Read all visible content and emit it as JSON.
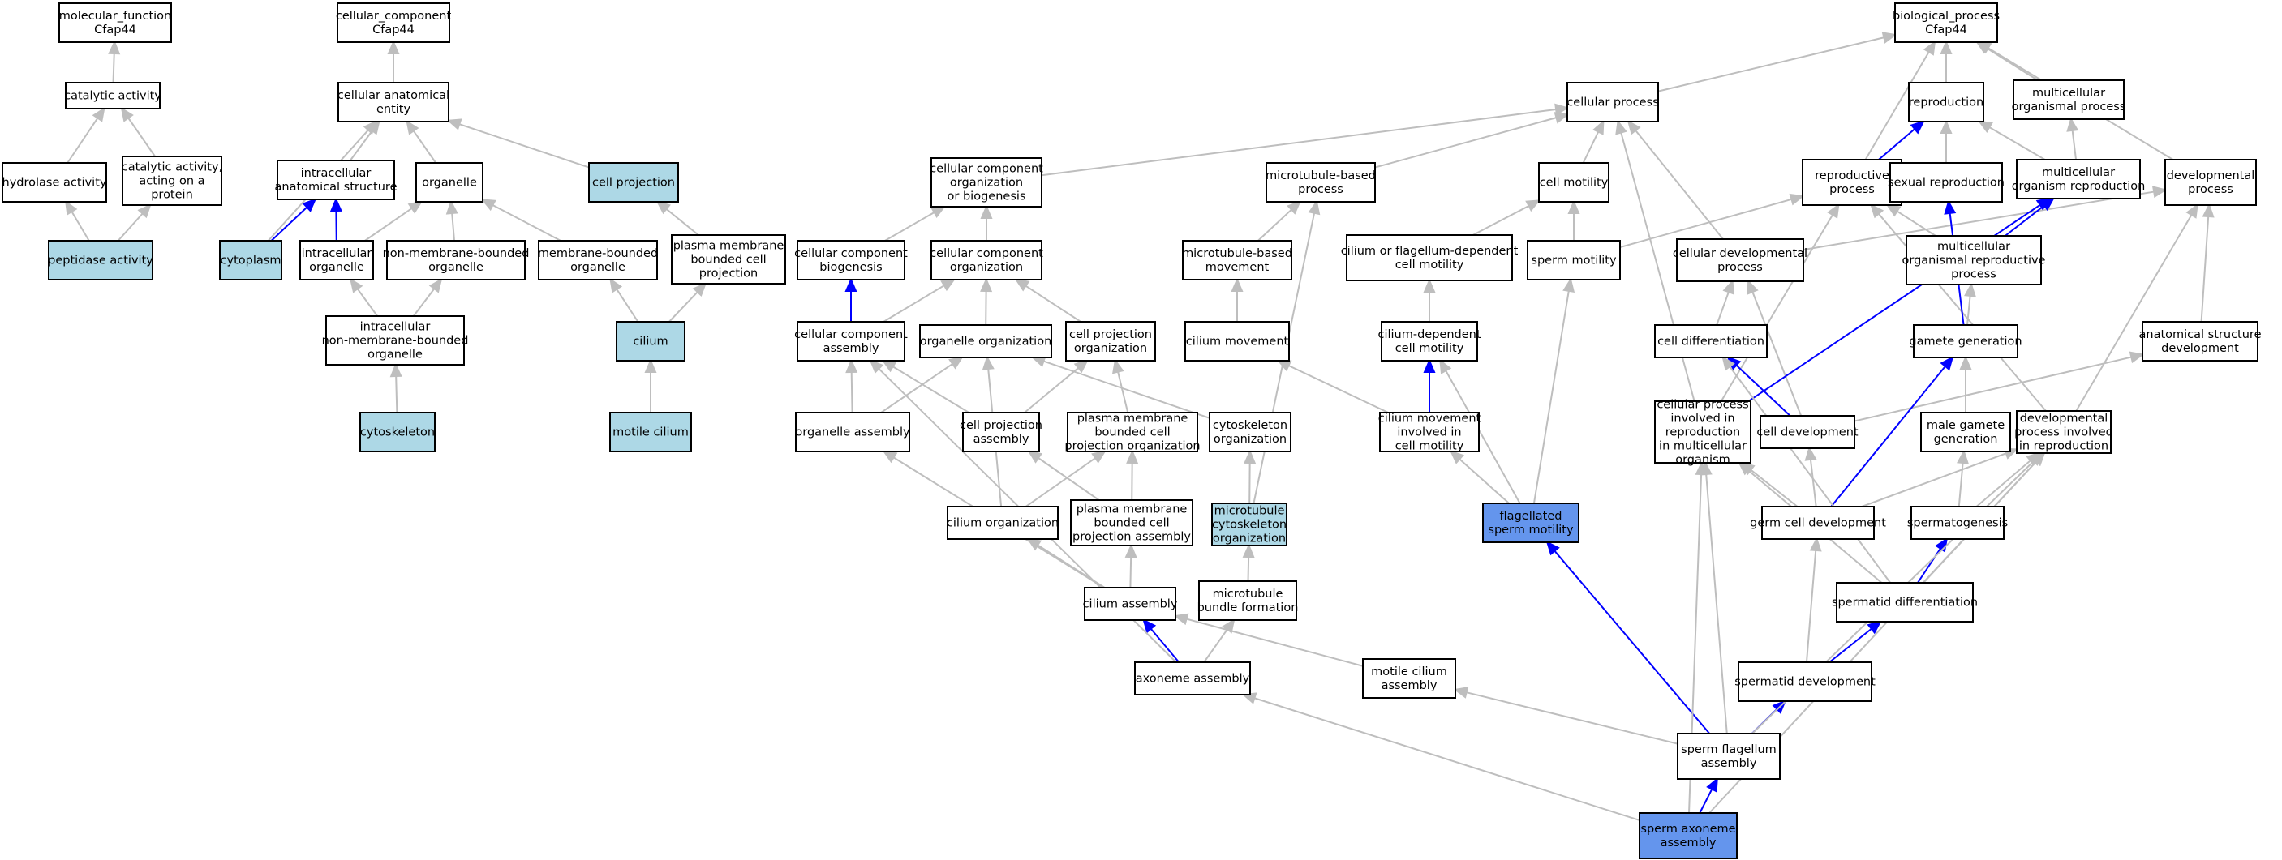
{
  "colors": {
    "default_fill": "#ffffff",
    "light_fill": "#add8e6",
    "highlight_fill": "#6495ed",
    "edge_gray": "#bebebe",
    "edge_blue": "#0000ff"
  },
  "nodes": [
    {
      "id": "mf",
      "lines": [
        "molecular_function",
        "Cfap44"
      ],
      "fill": "default"
    },
    {
      "id": "cata",
      "lines": [
        "catalytic activity"
      ],
      "fill": "default"
    },
    {
      "id": "hydr",
      "lines": [
        "hydrolase activity"
      ],
      "fill": "default"
    },
    {
      "id": "catp",
      "lines": [
        "catalytic activity,",
        "acting on a",
        "protein"
      ],
      "fill": "default"
    },
    {
      "id": "pept",
      "lines": [
        "peptidase activity"
      ],
      "fill": "light"
    },
    {
      "id": "cc",
      "lines": [
        "cellular_component",
        "Cfap44"
      ],
      "fill": "default"
    },
    {
      "id": "cae",
      "lines": [
        "cellular anatomical",
        "entity"
      ],
      "fill": "default"
    },
    {
      "id": "ias",
      "lines": [
        "intracellular",
        "anatomical structure"
      ],
      "fill": "default"
    },
    {
      "id": "orgl",
      "lines": [
        "organelle"
      ],
      "fill": "default"
    },
    {
      "id": "cproj",
      "lines": [
        "cell projection"
      ],
      "fill": "light"
    },
    {
      "id": "cyto",
      "lines": [
        "cytoplasm"
      ],
      "fill": "light"
    },
    {
      "id": "intorg",
      "lines": [
        "intracellular",
        "organelle"
      ],
      "fill": "default"
    },
    {
      "id": "nmbo",
      "lines": [
        "non-membrane-bounded",
        "organelle"
      ],
      "fill": "default"
    },
    {
      "id": "mbo",
      "lines": [
        "membrane-bounded",
        "organelle"
      ],
      "fill": "default"
    },
    {
      "id": "pmbcp",
      "lines": [
        "plasma membrane",
        "bounded cell",
        "projection"
      ],
      "fill": "default"
    },
    {
      "id": "inmbo",
      "lines": [
        "intracellular",
        "non-membrane-bounded",
        "organelle"
      ],
      "fill": "default"
    },
    {
      "id": "cilium",
      "lines": [
        "cilium"
      ],
      "fill": "light"
    },
    {
      "id": "cytosk",
      "lines": [
        "cytoskeleton"
      ],
      "fill": "light"
    },
    {
      "id": "motcil",
      "lines": [
        "motile cilium"
      ],
      "fill": "light"
    },
    {
      "id": "bp",
      "lines": [
        "biological_process",
        "Cfap44"
      ],
      "fill": "default"
    },
    {
      "id": "cellp",
      "lines": [
        "cellular process"
      ],
      "fill": "default"
    },
    {
      "id": "repro",
      "lines": [
        "reproduction"
      ],
      "fill": "default"
    },
    {
      "id": "mcop",
      "lines": [
        "multicellular",
        "organismal process"
      ],
      "fill": "default"
    },
    {
      "id": "ccob",
      "lines": [
        "cellular component",
        "organization",
        "or biogenesis"
      ],
      "fill": "default"
    },
    {
      "id": "mtbp",
      "lines": [
        "microtubule-based",
        "process"
      ],
      "fill": "default"
    },
    {
      "id": "cmot",
      "lines": [
        "cell motility"
      ],
      "fill": "default"
    },
    {
      "id": "repp",
      "lines": [
        "reproductive",
        "process"
      ],
      "fill": "default"
    },
    {
      "id": "sexr",
      "lines": [
        "sexual reproduction"
      ],
      "fill": "default"
    },
    {
      "id": "mcor",
      "lines": [
        "multicellular",
        "organism reproduction"
      ],
      "fill": "default"
    },
    {
      "id": "devp",
      "lines": [
        "developmental",
        "process"
      ],
      "fill": "default"
    },
    {
      "id": "ccbio",
      "lines": [
        "cellular component",
        "biogenesis"
      ],
      "fill": "default"
    },
    {
      "id": "ccorg",
      "lines": [
        "cellular component",
        "organization"
      ],
      "fill": "default"
    },
    {
      "id": "mtbm",
      "lines": [
        "microtubule-based",
        "movement"
      ],
      "fill": "default"
    },
    {
      "id": "cfdm",
      "lines": [
        "cilium or flagellum-dependent",
        "cell motility"
      ],
      "fill": "default"
    },
    {
      "id": "spmot",
      "lines": [
        "sperm motility"
      ],
      "fill": "default"
    },
    {
      "id": "cdp",
      "lines": [
        "cellular developmental",
        "process"
      ],
      "fill": "default"
    },
    {
      "id": "morp",
      "lines": [
        "multicellular",
        "organismal reproductive",
        "process"
      ],
      "fill": "default"
    },
    {
      "id": "cca",
      "lines": [
        "cellular component",
        "assembly"
      ],
      "fill": "default"
    },
    {
      "id": "orgorg",
      "lines": [
        "organelle organization"
      ],
      "fill": "default"
    },
    {
      "id": "cpo",
      "lines": [
        "cell projection",
        "organization"
      ],
      "fill": "default"
    },
    {
      "id": "cmov",
      "lines": [
        "cilium movement"
      ],
      "fill": "default"
    },
    {
      "id": "cdcm",
      "lines": [
        "cilium-dependent",
        "cell motility"
      ],
      "fill": "default"
    },
    {
      "id": "cdiff",
      "lines": [
        "cell differentiation"
      ],
      "fill": "default"
    },
    {
      "id": "gamg",
      "lines": [
        "gamete generation"
      ],
      "fill": "default"
    },
    {
      "id": "asd",
      "lines": [
        "anatomical structure",
        "development"
      ],
      "fill": "default"
    },
    {
      "id": "orgasm",
      "lines": [
        "organelle assembly"
      ],
      "fill": "default"
    },
    {
      "id": "cpa",
      "lines": [
        "cell projection",
        "assembly"
      ],
      "fill": "default"
    },
    {
      "id": "pmbcpo",
      "lines": [
        "plasma membrane",
        "bounded cell",
        "projection organization"
      ],
      "fill": "default"
    },
    {
      "id": "csko",
      "lines": [
        "cytoskeleton",
        "organization"
      ],
      "fill": "default"
    },
    {
      "id": "cmir",
      "lines": [
        "cilium movement",
        "involved in",
        "cell motility"
      ],
      "fill": "default"
    },
    {
      "id": "cpimo",
      "lines": [
        "cellular process",
        "involved in",
        "reproduction",
        "in multicellular",
        "organism"
      ],
      "fill": "default"
    },
    {
      "id": "cdev",
      "lines": [
        "cell development"
      ],
      "fill": "default"
    },
    {
      "id": "mgg",
      "lines": [
        "male gamete",
        "generation"
      ],
      "fill": "default"
    },
    {
      "id": "dpir",
      "lines": [
        "developmental",
        "process involved",
        "in reproduction"
      ],
      "fill": "default"
    },
    {
      "id": "corg",
      "lines": [
        "cilium organization"
      ],
      "fill": "default"
    },
    {
      "id": "pmbcpa",
      "lines": [
        "plasma membrane",
        "bounded cell",
        "projection assembly"
      ],
      "fill": "default"
    },
    {
      "id": "mcso",
      "lines": [
        "microtubule",
        "cytoskeleton",
        "organization"
      ],
      "fill": "light"
    },
    {
      "id": "fsm",
      "lines": [
        "flagellated",
        "sperm motility"
      ],
      "fill": "highlight"
    },
    {
      "id": "gcd",
      "lines": [
        "germ cell development"
      ],
      "fill": "default"
    },
    {
      "id": "spgen",
      "lines": [
        "spermatogenesis"
      ],
      "fill": "default"
    },
    {
      "id": "casm",
      "lines": [
        "cilium assembly"
      ],
      "fill": "default"
    },
    {
      "id": "mbf",
      "lines": [
        "microtubule",
        "bundle formation"
      ],
      "fill": "default"
    },
    {
      "id": "stdiff",
      "lines": [
        "spermatid differentiation"
      ],
      "fill": "default"
    },
    {
      "id": "axa",
      "lines": [
        "axoneme assembly"
      ],
      "fill": "default"
    },
    {
      "id": "mca",
      "lines": [
        "motile cilium",
        "assembly"
      ],
      "fill": "default"
    },
    {
      "id": "stdev",
      "lines": [
        "spermatid development"
      ],
      "fill": "default"
    },
    {
      "id": "sfa",
      "lines": [
        "sperm flagellum",
        "assembly"
      ],
      "fill": "default"
    },
    {
      "id": "saa",
      "lines": [
        "sperm axoneme",
        "assembly"
      ],
      "fill": "highlight"
    }
  ],
  "edges": [
    {
      "from": "cata",
      "to": "mf",
      "color": "gray"
    },
    {
      "from": "hydr",
      "to": "cata",
      "color": "gray"
    },
    {
      "from": "catp",
      "to": "cata",
      "color": "gray"
    },
    {
      "from": "pept",
      "to": "hydr",
      "color": "gray"
    },
    {
      "from": "pept",
      "to": "catp",
      "color": "gray"
    },
    {
      "from": "cae",
      "to": "cc",
      "color": "gray"
    },
    {
      "from": "ias",
      "to": "cae",
      "color": "gray"
    },
    {
      "from": "orgl",
      "to": "cae",
      "color": "gray"
    },
    {
      "from": "cproj",
      "to": "cae",
      "color": "gray"
    },
    {
      "from": "cyto",
      "to": "cae",
      "color": "gray"
    },
    {
      "from": "cyto",
      "to": "ias",
      "color": "blue"
    },
    {
      "from": "intorg",
      "to": "ias",
      "color": "blue"
    },
    {
      "from": "intorg",
      "to": "orgl",
      "color": "gray"
    },
    {
      "from": "nmbo",
      "to": "orgl",
      "color": "gray"
    },
    {
      "from": "mbo",
      "to": "orgl",
      "color": "gray"
    },
    {
      "from": "pmbcp",
      "to": "cproj",
      "color": "gray"
    },
    {
      "from": "inmbo",
      "to": "intorg",
      "color": "gray"
    },
    {
      "from": "inmbo",
      "to": "nmbo",
      "color": "gray"
    },
    {
      "from": "cilium",
      "to": "mbo",
      "color": "gray"
    },
    {
      "from": "cilium",
      "to": "pmbcp",
      "color": "gray"
    },
    {
      "from": "cytosk",
      "to": "inmbo",
      "color": "gray"
    },
    {
      "from": "motcil",
      "to": "cilium",
      "color": "gray"
    },
    {
      "from": "cellp",
      "to": "bp",
      "color": "gray"
    },
    {
      "from": "repro",
      "to": "bp",
      "color": "gray"
    },
    {
      "from": "mcop",
      "to": "bp",
      "color": "gray"
    },
    {
      "from": "devp",
      "to": "bp",
      "color": "gray"
    },
    {
      "from": "repp",
      "to": "bp",
      "color": "gray"
    },
    {
      "from": "ccob",
      "to": "cellp",
      "color": "gray"
    },
    {
      "from": "mtbp",
      "to": "cellp",
      "color": "gray"
    },
    {
      "from": "cmot",
      "to": "cellp",
      "color": "gray"
    },
    {
      "from": "cdp",
      "to": "cellp",
      "color": "gray"
    },
    {
      "from": "cpimo",
      "to": "cellp",
      "color": "gray"
    },
    {
      "from": "repp",
      "to": "repro",
      "color": "blue"
    },
    {
      "from": "sexr",
      "to": "repro",
      "color": "gray"
    },
    {
      "from": "mcor",
      "to": "repro",
      "color": "gray"
    },
    {
      "from": "mcor",
      "to": "mcop",
      "color": "gray"
    },
    {
      "from": "ccbio",
      "to": "ccob",
      "color": "gray"
    },
    {
      "from": "ccorg",
      "to": "ccob",
      "color": "gray"
    },
    {
      "from": "mtbm",
      "to": "mtbp",
      "color": "gray"
    },
    {
      "from": "mcso",
      "to": "mtbp",
      "color": "gray"
    },
    {
      "from": "cfdm",
      "to": "cmot",
      "color": "gray"
    },
    {
      "from": "spmot",
      "to": "cmot",
      "color": "gray"
    },
    {
      "from": "spmot",
      "to": "repp",
      "color": "gray"
    },
    {
      "from": "cdp",
      "to": "devp",
      "color": "gray"
    },
    {
      "from": "morp",
      "to": "repp",
      "color": "gray"
    },
    {
      "from": "morp",
      "to": "mcor",
      "color": "blue"
    },
    {
      "from": "cpimo",
      "to": "repp",
      "color": "gray"
    },
    {
      "from": "dpir",
      "to": "repp",
      "color": "gray"
    },
    {
      "from": "dpir",
      "to": "devp",
      "color": "gray"
    },
    {
      "from": "asd",
      "to": "devp",
      "color": "gray"
    },
    {
      "from": "gamg",
      "to": "sexr",
      "color": "blue"
    },
    {
      "from": "gamg",
      "to": "morp",
      "color": "gray"
    },
    {
      "from": "cca",
      "to": "ccbio",
      "color": "blue"
    },
    {
      "from": "cca",
      "to": "ccorg",
      "color": "gray"
    },
    {
      "from": "orgorg",
      "to": "ccorg",
      "color": "gray"
    },
    {
      "from": "cpo",
      "to": "ccorg",
      "color": "gray"
    },
    {
      "from": "cmov",
      "to": "mtbm",
      "color": "gray"
    },
    {
      "from": "cdcm",
      "to": "cfdm",
      "color": "gray"
    },
    {
      "from": "fsm",
      "to": "spmot",
      "color": "gray"
    },
    {
      "from": "fsm",
      "to": "cdcm",
      "color": "gray"
    },
    {
      "from": "fsm",
      "to": "cmir",
      "color": "gray"
    },
    {
      "from": "cdiff",
      "to": "cdp",
      "color": "gray"
    },
    {
      "from": "cdev",
      "to": "cdp",
      "color": "gray"
    },
    {
      "from": "cdev",
      "to": "cdiff",
      "color": "blue"
    },
    {
      "from": "cmir",
      "to": "cdcm",
      "color": "blue"
    },
    {
      "from": "cmir",
      "to": "cmov",
      "color": "gray"
    },
    {
      "from": "cpimo",
      "to": "mcor",
      "color": "blue"
    },
    {
      "from": "cdev",
      "to": "asd",
      "color": "gray"
    },
    {
      "from": "mgg",
      "to": "gamg",
      "color": "gray"
    },
    {
      "from": "orgasm",
      "to": "cca",
      "color": "gray"
    },
    {
      "from": "orgasm",
      "to": "orgorg",
      "color": "gray"
    },
    {
      "from": "cpa",
      "to": "cca",
      "color": "gray"
    },
    {
      "from": "cpa",
      "to": "cpo",
      "color": "gray"
    },
    {
      "from": "pmbcpo",
      "to": "cpo",
      "color": "gray"
    },
    {
      "from": "csko",
      "to": "orgorg",
      "color": "gray"
    },
    {
      "from": "corg",
      "to": "orgorg",
      "color": "gray"
    },
    {
      "from": "corg",
      "to": "pmbcpo",
      "color": "gray"
    },
    {
      "from": "pmbcpa",
      "to": "pmbcpo",
      "color": "gray"
    },
    {
      "from": "pmbcpa",
      "to": "cpa",
      "color": "gray"
    },
    {
      "from": "mcso",
      "to": "csko",
      "color": "gray"
    },
    {
      "from": "gcd",
      "to": "cdev",
      "color": "gray"
    },
    {
      "from": "gcd",
      "to": "gamg",
      "color": "blue"
    },
    {
      "from": "gcd",
      "to": "cpimo",
      "color": "gray"
    },
    {
      "from": "gcd",
      "to": "dpir",
      "color": "gray"
    },
    {
      "from": "spgen",
      "to": "mgg",
      "color": "gray"
    },
    {
      "from": "spgen",
      "to": "dpir",
      "color": "gray"
    },
    {
      "from": "casm",
      "to": "corg",
      "color": "gray"
    },
    {
      "from": "casm",
      "to": "pmbcpa",
      "color": "gray"
    },
    {
      "from": "casm",
      "to": "orgasm",
      "color": "gray"
    },
    {
      "from": "mbf",
      "to": "mcso",
      "color": "gray"
    },
    {
      "from": "stdiff",
      "to": "spgen",
      "color": "blue"
    },
    {
      "from": "stdiff",
      "to": "cdiff",
      "color": "gray"
    },
    {
      "from": "stdiff",
      "to": "cpimo",
      "color": "gray"
    },
    {
      "from": "stdiff",
      "to": "dpir",
      "color": "gray"
    },
    {
      "from": "axa",
      "to": "casm",
      "color": "blue"
    },
    {
      "from": "axa",
      "to": "mbf",
      "color": "gray"
    },
    {
      "from": "axa",
      "to": "cca",
      "color": "gray"
    },
    {
      "from": "mca",
      "to": "casm",
      "color": "gray"
    },
    {
      "from": "stdev",
      "to": "stdiff",
      "color": "blue"
    },
    {
      "from": "stdev",
      "to": "gcd",
      "color": "gray"
    },
    {
      "from": "sfa",
      "to": "fsm",
      "color": "blue"
    },
    {
      "from": "sfa",
      "to": "stdev",
      "color": "blue"
    },
    {
      "from": "sfa",
      "to": "mca",
      "color": "gray"
    },
    {
      "from": "sfa",
      "to": "cpimo",
      "color": "gray"
    },
    {
      "from": "sfa",
      "to": "dpir",
      "color": "gray"
    },
    {
      "from": "saa",
      "to": "sfa",
      "color": "blue"
    },
    {
      "from": "saa",
      "to": "axa",
      "color": "gray"
    },
    {
      "from": "saa",
      "to": "cpimo",
      "color": "gray"
    },
    {
      "from": "saa",
      "to": "dpir",
      "color": "gray"
    }
  ]
}
